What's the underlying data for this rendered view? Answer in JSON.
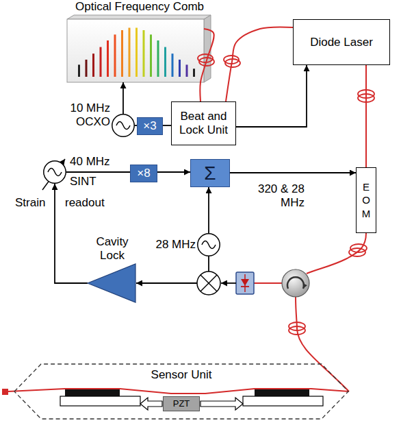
{
  "diagram": {
    "nodes": [
      {
        "text": [
          "Optical Frequency Comb"
        ]
      },
      {
        "text": [
          "Diode Laser"
        ]
      },
      {
        "text": [
          "10 MHz OCXO"
        ]
      },
      {
        "text": [
          "×3"
        ]
      },
      {
        "text": [
          "Beat and Lock Unit"
        ]
      },
      {
        "text": [
          "40 MHz SINT"
        ]
      },
      {
        "text": [
          "×8"
        ]
      },
      {
        "text": [
          "Σ"
        ]
      },
      {
        "text": [
          "E O M"
        ]
      },
      {
        "text": [
          "28 MHz"
        ]
      },
      {
        "text": [
          "Cavity Lock"
        ]
      },
      {
        "text": [
          "Sensor Unit"
        ]
      },
      {
        "text": [
          "PZT"
        ],
        "in": 11
      }
    ],
    "edges": [
      {
        "from": 2,
        "to": 0,
        "arrow": "to"
      },
      {
        "from": 2,
        "to": 3,
        "arrow": "none"
      },
      {
        "from": 3,
        "to": 4,
        "arrow": "none"
      },
      {
        "from": 0,
        "to": 4,
        "arrow": "none"
      },
      {
        "from": 1,
        "to": 4,
        "arrow": "none"
      },
      {
        "from": 4,
        "to": 1,
        "arrow": "to"
      },
      {
        "from": 1,
        "to": 8,
        "arrow": "none"
      },
      {
        "from": 5,
        "to": 6,
        "arrow": "none"
      },
      {
        "from": 6,
        "to": 7,
        "arrow": "to"
      },
      {
        "from": 9,
        "to": 7,
        "arrow": "to"
      },
      {
        "from": 7,
        "to": 8,
        "arrow": "to"
      },
      {
        "from": 10,
        "to": 5,
        "arrow": "to"
      }
    ],
    "labels": [
      "Strain",
      "readout",
      "320 & 28 MHz"
    ]
  }
}
